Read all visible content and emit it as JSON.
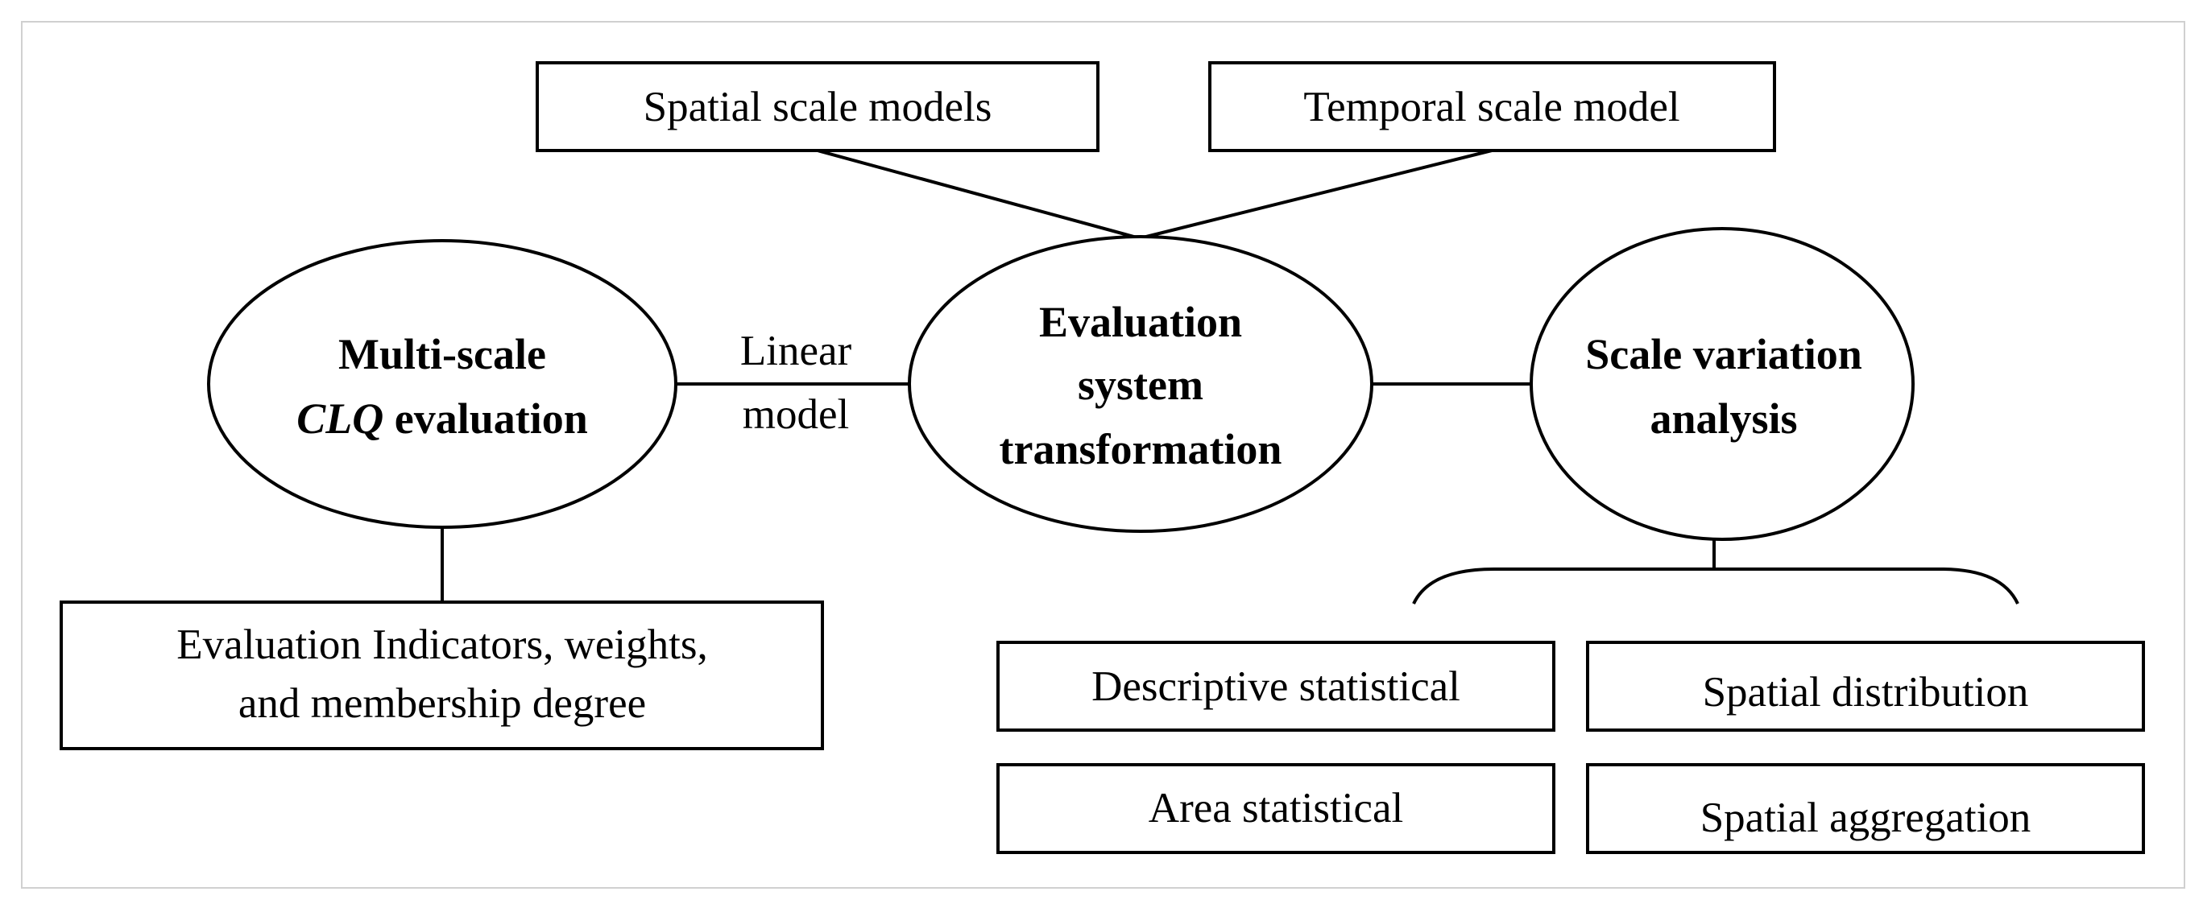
{
  "boxes": {
    "spatial_scale_models": "Spatial scale models",
    "temporal_scale_model": "Temporal scale model",
    "indicators_line1": "Evaluation Indicators, weights,",
    "indicators_line2": "and membership degree",
    "descriptive_statistical": "Descriptive statistical",
    "spatial_distribution": "Spatial distribution",
    "area_statistical": "Area statistical",
    "spatial_aggregation": "Spatial aggregation"
  },
  "ellipses": {
    "multi_scale_line1": "Multi-scale",
    "multi_scale_line2_italic": "CLQ",
    "multi_scale_line2_rest": " evaluation",
    "evaluation_line1": "Evaluation",
    "evaluation_line2": "system",
    "evaluation_line3": "transformation",
    "scale_variation_line1": "Scale variation",
    "scale_variation_line2": "analysis"
  },
  "connector_labels": {
    "linear": "Linear",
    "model": "model"
  }
}
